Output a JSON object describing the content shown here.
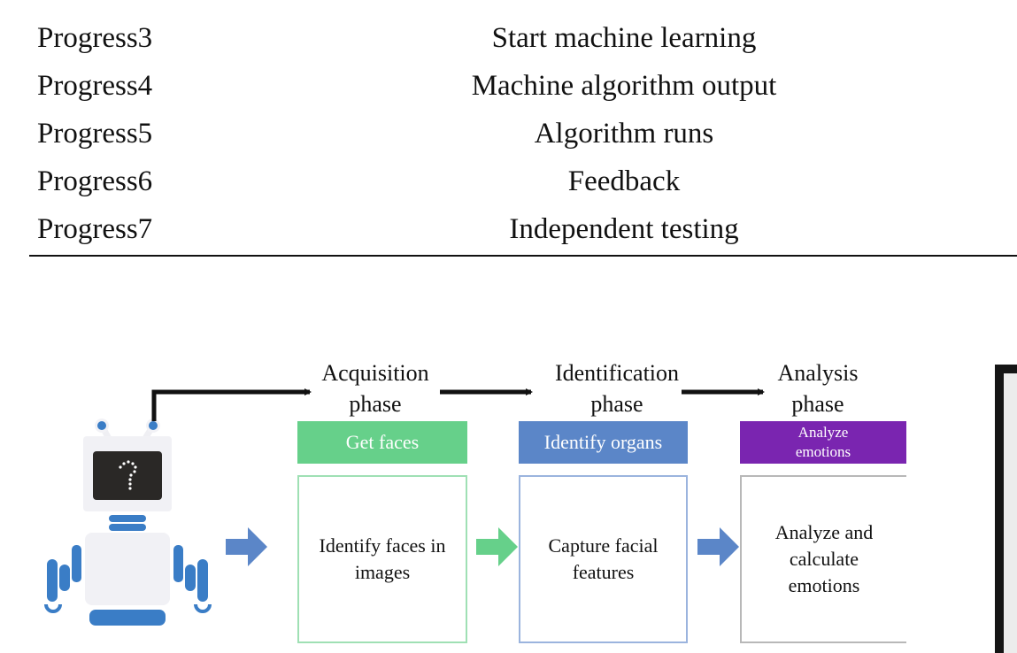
{
  "table": {
    "rows": [
      {
        "step": "Progress3",
        "description": "Start machine learning"
      },
      {
        "step": "Progress4",
        "description": "Machine algorithm output"
      },
      {
        "step": "Progress5",
        "description": "Algorithm runs"
      },
      {
        "step": "Progress6",
        "description": "Feedback"
      },
      {
        "step": "Progress7",
        "description": "Independent testing"
      }
    ]
  },
  "diagram": {
    "robot_icon": "robot-question-icon",
    "phases": [
      {
        "title_line1": "Acquisition",
        "title_line2": "phase",
        "header": "Get faces",
        "body": "Identify faces in images",
        "color": "#66d08a",
        "border": "#9fe0b4"
      },
      {
        "title_line1": "Identification",
        "title_line2": "phase",
        "header": "Identify organs",
        "body": "Capture facial features",
        "color": "#5b86c8",
        "border": "#9bb4de"
      },
      {
        "title_line1": "Analysis",
        "title_line2": "phase",
        "header": "Analyze emotions",
        "body": "Analyze and calculate emotions",
        "color": "#7a25b0",
        "border": "#b8b8b8"
      }
    ],
    "arrow_colors": {
      "blue": "#5b86c8",
      "green": "#66d08a"
    }
  }
}
